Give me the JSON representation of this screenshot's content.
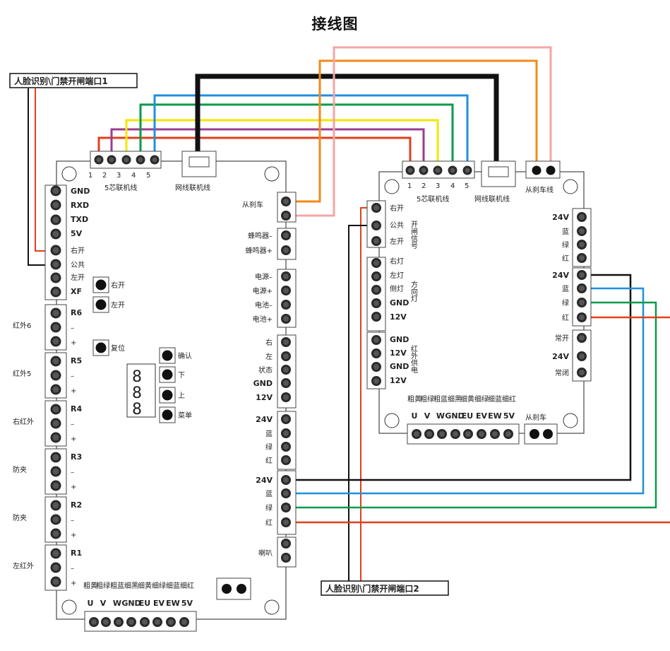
{
  "title": "接线图",
  "port_labels": {
    "port1": "人脸识别\\门禁开闸端口1",
    "port2": "人脸识别\\门禁开闸端口2"
  },
  "main_board": {
    "top_pins": [
      "1",
      "2",
      "3",
      "4",
      "5"
    ],
    "top_pins_caption": "5芯联机线",
    "network_caption": "网线联机线",
    "left_terms": [
      "GND",
      "RXD",
      "TXD",
      "5V",
      "右开",
      "公共",
      "左开",
      "XF"
    ],
    "buttons_left": [
      "右开",
      "左开",
      "复位"
    ],
    "r_groups": [
      {
        "id": "R6",
        "side": "红外6"
      },
      {
        "id": "R5",
        "side": "红外5"
      },
      {
        "id": "R4",
        "side": "右红外"
      },
      {
        "id": "R3",
        "side": "防夹"
      },
      {
        "id": "R2",
        "side": "防夹"
      },
      {
        "id": "R1",
        "side": "左红外"
      }
    ],
    "r_signs": [
      "–",
      "+"
    ],
    "right_terms": [
      "从刹车",
      "蜂鸣器–",
      "蜂鸣器+",
      "电源–",
      "电源+",
      "电池–",
      "电池+",
      "右",
      "左",
      "状态",
      "GND",
      "12V",
      "24V",
      "蓝",
      "绿",
      "红",
      "24V",
      "蓝",
      "绿",
      "红",
      "喇叭"
    ],
    "display_digits": [
      "8",
      "8",
      "8"
    ],
    "nav_buttons": [
      "确认",
      "下",
      "上",
      "菜单"
    ],
    "bottom_labels_top": [
      "粗黄",
      "粗绿",
      "粗蓝",
      "细黑",
      "细黄",
      "细绿",
      "细蓝",
      "细红"
    ],
    "bottom_labels": [
      "U",
      "V",
      "W",
      "GND",
      "EU",
      "EV",
      "EW",
      "5V"
    ]
  },
  "second_board": {
    "top_pins": [
      "1",
      "2",
      "3",
      "4",
      "5"
    ],
    "top_pins_caption": "5芯联机线",
    "network_caption": "网线联机线",
    "brake_caption": "从刹车线",
    "left_terms": [
      "右开",
      "公共",
      "左开",
      "右灯",
      "左灯",
      "侧灯",
      "GND",
      "12V",
      "GND",
      "12V",
      "GND",
      "12V"
    ],
    "left_group_labels": [
      "开闸信号",
      "方向灯",
      "红外供电"
    ],
    "right_terms": [
      "24V",
      "蓝",
      "绿",
      "红",
      "24V",
      "蓝",
      "绿",
      "红",
      "常开",
      "24V",
      "常闭"
    ],
    "bottom_labels_top": [
      "粗黄",
      "粗绿",
      "粗蓝",
      "细黑",
      "细黄",
      "细绿",
      "细蓝",
      "细红"
    ],
    "bottom_labels": [
      "U",
      "V",
      "W",
      "GND",
      "EU",
      "EV",
      "EW",
      "5V"
    ],
    "brake_bottom": "从刹车"
  },
  "wire_colors": {
    "red": "#e0401c",
    "purple": "#9b3c8f",
    "yellow": "#f3e600",
    "green": "#0a9a4a",
    "blue": "#1e8fe0",
    "black": "#111111",
    "orange": "#f28a18",
    "pink": "#f4a5a5"
  }
}
